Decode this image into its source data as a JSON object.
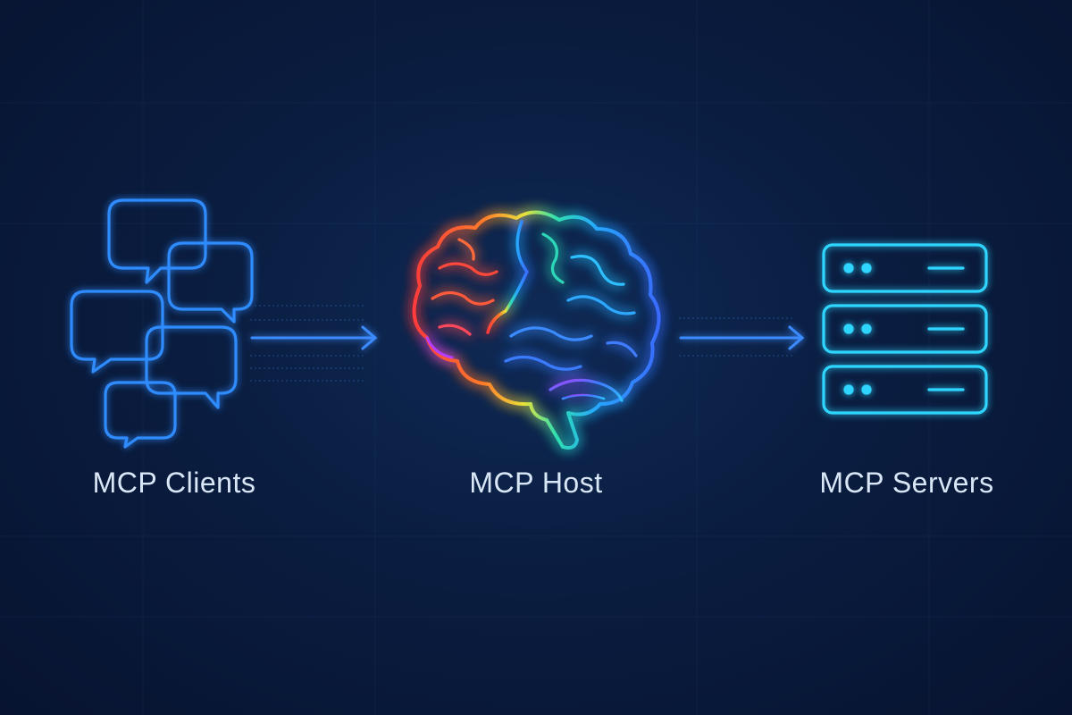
{
  "diagram": {
    "nodes": [
      {
        "id": "clients",
        "label": "MCP Clients",
        "icon": "chat-bubbles-icon"
      },
      {
        "id": "host",
        "label": "MCP Host",
        "icon": "brain-icon"
      },
      {
        "id": "servers",
        "label": "MCP Servers",
        "icon": "server-rack-icon"
      }
    ],
    "edges": [
      {
        "from": "clients",
        "to": "host"
      },
      {
        "from": "host",
        "to": "servers"
      }
    ]
  },
  "colors": {
    "background": "#081733",
    "clients_icon": "#2f8cff",
    "servers_icon": "#2fd6ff",
    "arrow": "#3a8bff",
    "label_text": "#d9e6f6"
  }
}
